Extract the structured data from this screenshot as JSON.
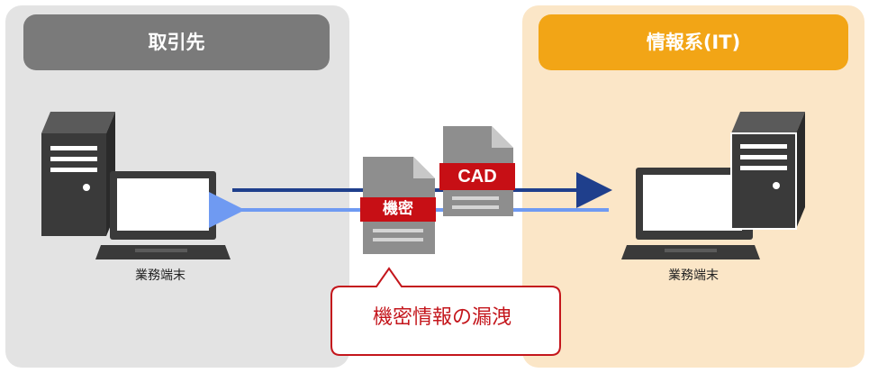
{
  "left_party": {
    "title": "取引先",
    "device_label": "業務端末"
  },
  "right_party": {
    "title": "情報系(IT)",
    "device_label": "業務端末"
  },
  "documents": {
    "cad_tag": "CAD",
    "secret_tag": "機密"
  },
  "callout": {
    "text": "機密情報の漏洩"
  },
  "colors": {
    "left_panel": "#e3e3e3",
    "left_header": "#7a7a7a",
    "right_panel": "#fbe6c7",
    "right_header": "#f2a516",
    "arrow_out": "#1f3f8c",
    "arrow_back": "#6f9af2",
    "tag": "#c70f15",
    "callout": "#c4161c",
    "device": "#3a3a3a"
  }
}
